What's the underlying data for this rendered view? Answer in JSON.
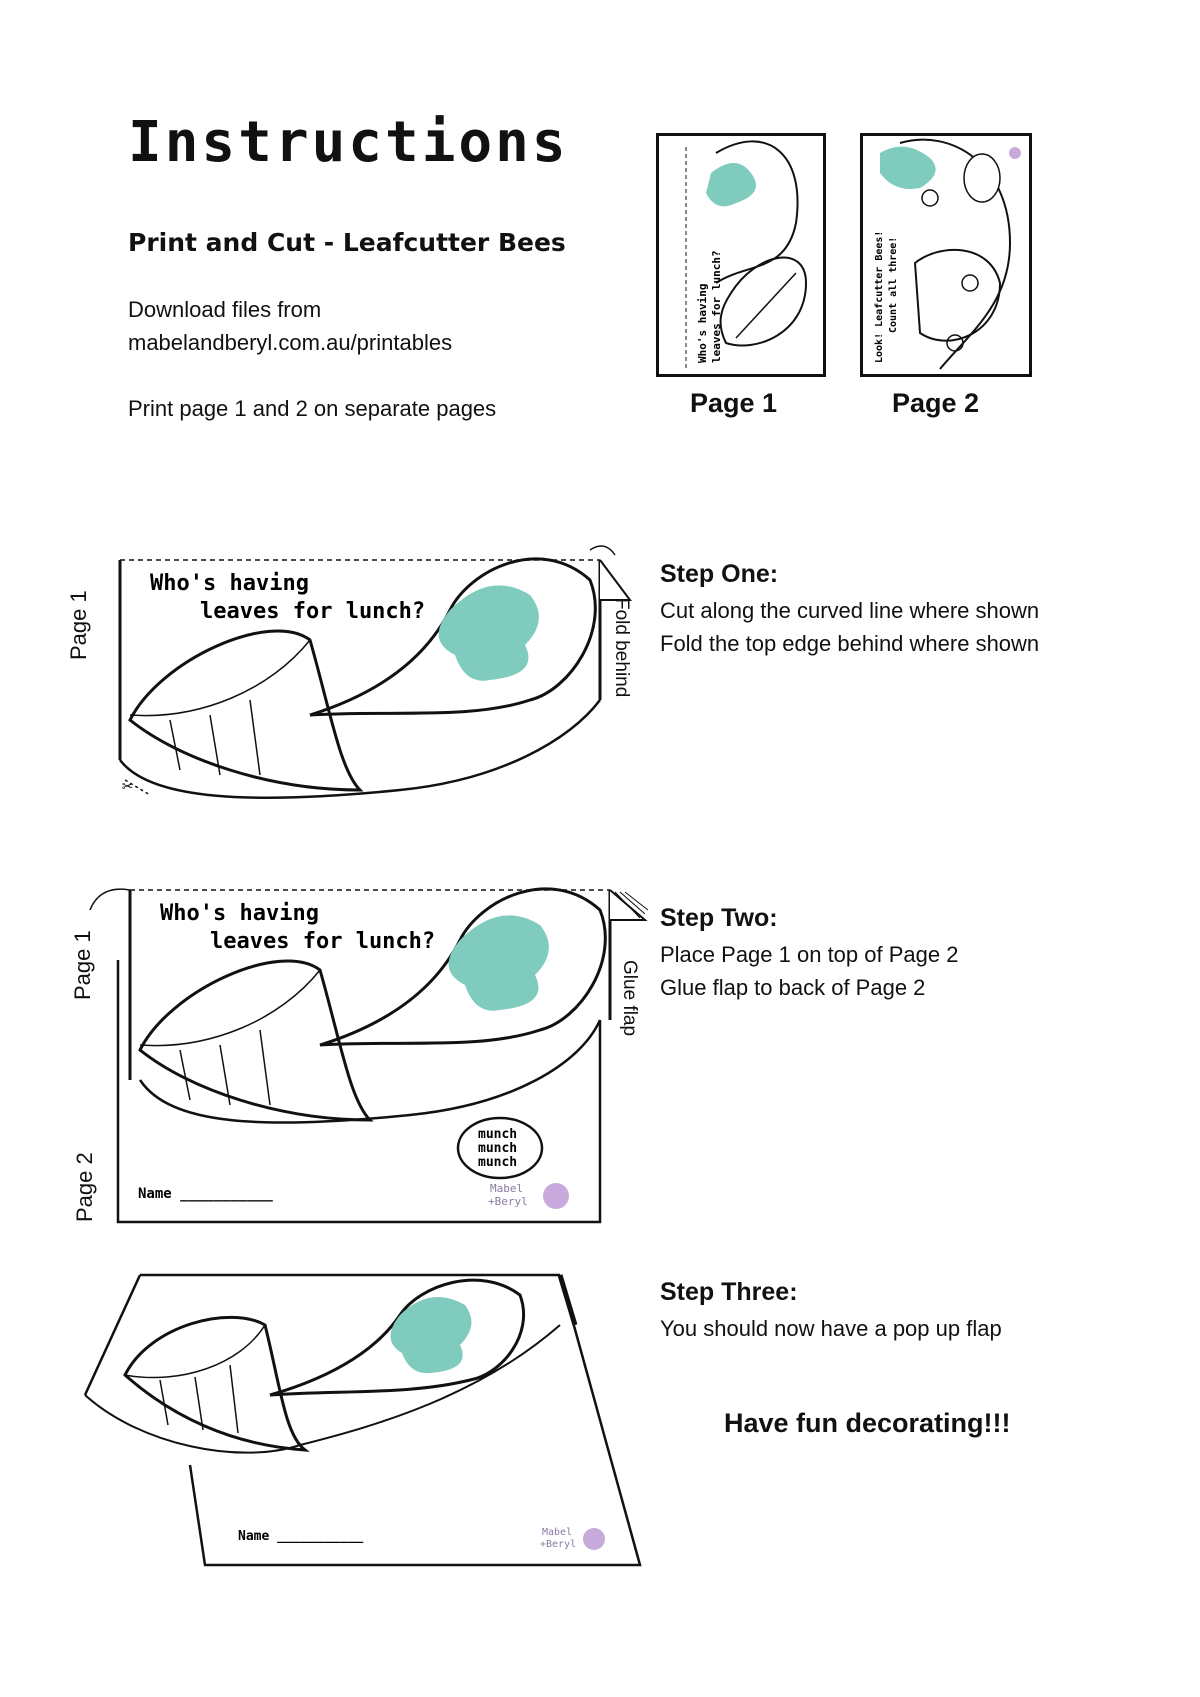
{
  "header": {
    "title": "Instructions",
    "subtitle": "Print and Cut - Leafcutter Bees",
    "download_line1": "Download files from",
    "download_line2": "mabelandberyl.com.au/printables",
    "print_note": "Print page 1 and 2 on separate pages"
  },
  "thumbnails": {
    "page1_label": "Page 1",
    "page2_label": "Page 2",
    "page1_text1": "Who's having",
    "page1_text2": "leaves for lunch?",
    "page2_text1": "Look! Leafcutter Bees!",
    "page2_text2": "Count all three!"
  },
  "steps": {
    "one_heading": "Step One:",
    "one_line1": "Cut along the curved line where shown",
    "one_line2": "Fold the top edge behind where shown",
    "two_heading": "Step Two:",
    "two_line1": "Place Page 1 on top of Page 2",
    "two_line2": "Glue flap to back of Page 2",
    "three_heading": "Step Three:",
    "three_line1": "You should now have a pop up flap",
    "closing": "Have fun decorating!!!"
  },
  "diagrams": {
    "handwritten_1": "Who's having",
    "handwritten_2": "leaves for lunch?",
    "page1_side": "Page 1",
    "page2_side": "Page 2",
    "fold_label": "Fold behind",
    "glue_label": "Glue flap",
    "munch": "munch",
    "name_line": "Name ___________",
    "brand_line1": "Mabel",
    "brand_line2": "+Beryl"
  },
  "colors": {
    "leaf_teal": "#7fcbbd",
    "brand_purple": "#c7a9dc",
    "ink": "#111111"
  }
}
